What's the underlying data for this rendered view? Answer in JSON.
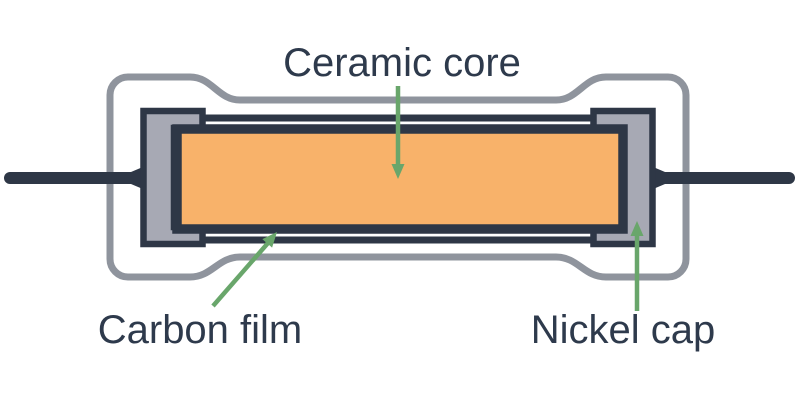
{
  "labels": {
    "ceramic_core": "Ceramic core",
    "carbon_film": "Carbon film",
    "nickel_cap": "Nickel cap"
  },
  "colors": {
    "background": "#ffffff",
    "lead": "#2E3746",
    "body_coating": "#8F949D",
    "nickel_cap": "#A7A9B4",
    "ceramic_core": "#F8B26A",
    "carbon_film": "#2E3746",
    "arrow": "#69A66B",
    "text": "#2E3A4C"
  }
}
